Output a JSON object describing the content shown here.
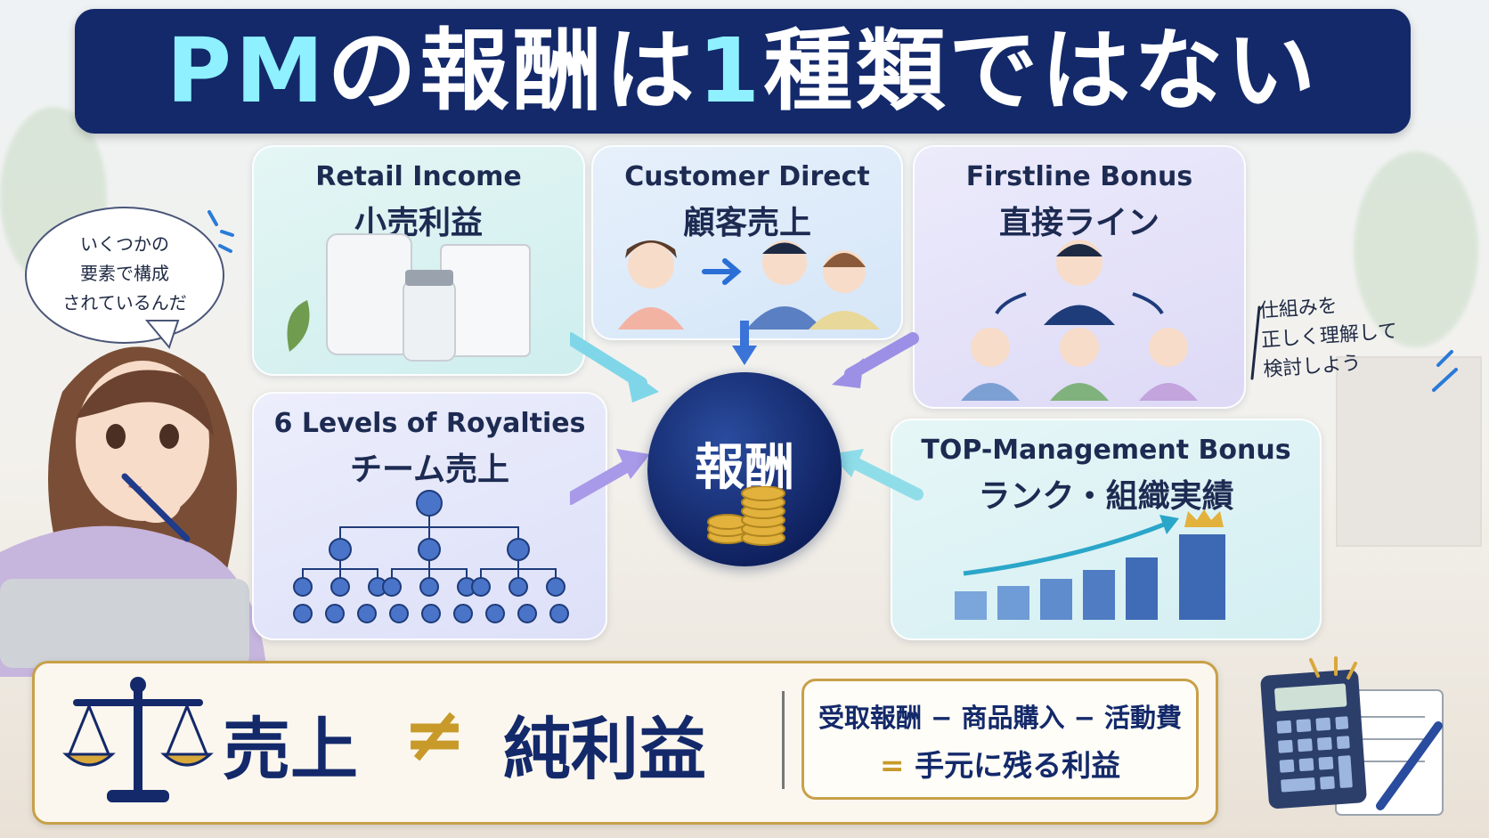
{
  "title": {
    "pm": "PM",
    "middle": "の報酬は",
    "num": "1",
    "rest": "種類ではない"
  },
  "cards": {
    "retail": {
      "en": "Retail Income",
      "jp": "小売利益"
    },
    "customer": {
      "en": "Customer Direct",
      "jp": "顧客売上"
    },
    "firstline": {
      "en": "Firstline Bonus",
      "jp": "直接ライン"
    },
    "royalty": {
      "en": "6 Levels of Royalties",
      "jp": "チーム売上"
    },
    "top": {
      "en": "TOP-Management Bonus",
      "jp": "ランク・組織実績"
    }
  },
  "center": {
    "label": "報酬"
  },
  "speech_bubble": {
    "line1": "いくつかの",
    "line2": "要素で構成",
    "line3": "されているんだ"
  },
  "side_note": {
    "line1": "仕組みを",
    "line2": "正しく理解して",
    "line3": "検討しよう"
  },
  "bottom": {
    "left": "売上",
    "neq": "≠",
    "right": "純利益",
    "formula_line1": "受取報酬 − 商品購入 − 活動費",
    "formula_eq": "=",
    "formula_line2": "手元に残る利益"
  },
  "colors": {
    "navy": "#13296a",
    "cyan_accent": "#8ff0ff",
    "gold": "#c79a2a"
  }
}
